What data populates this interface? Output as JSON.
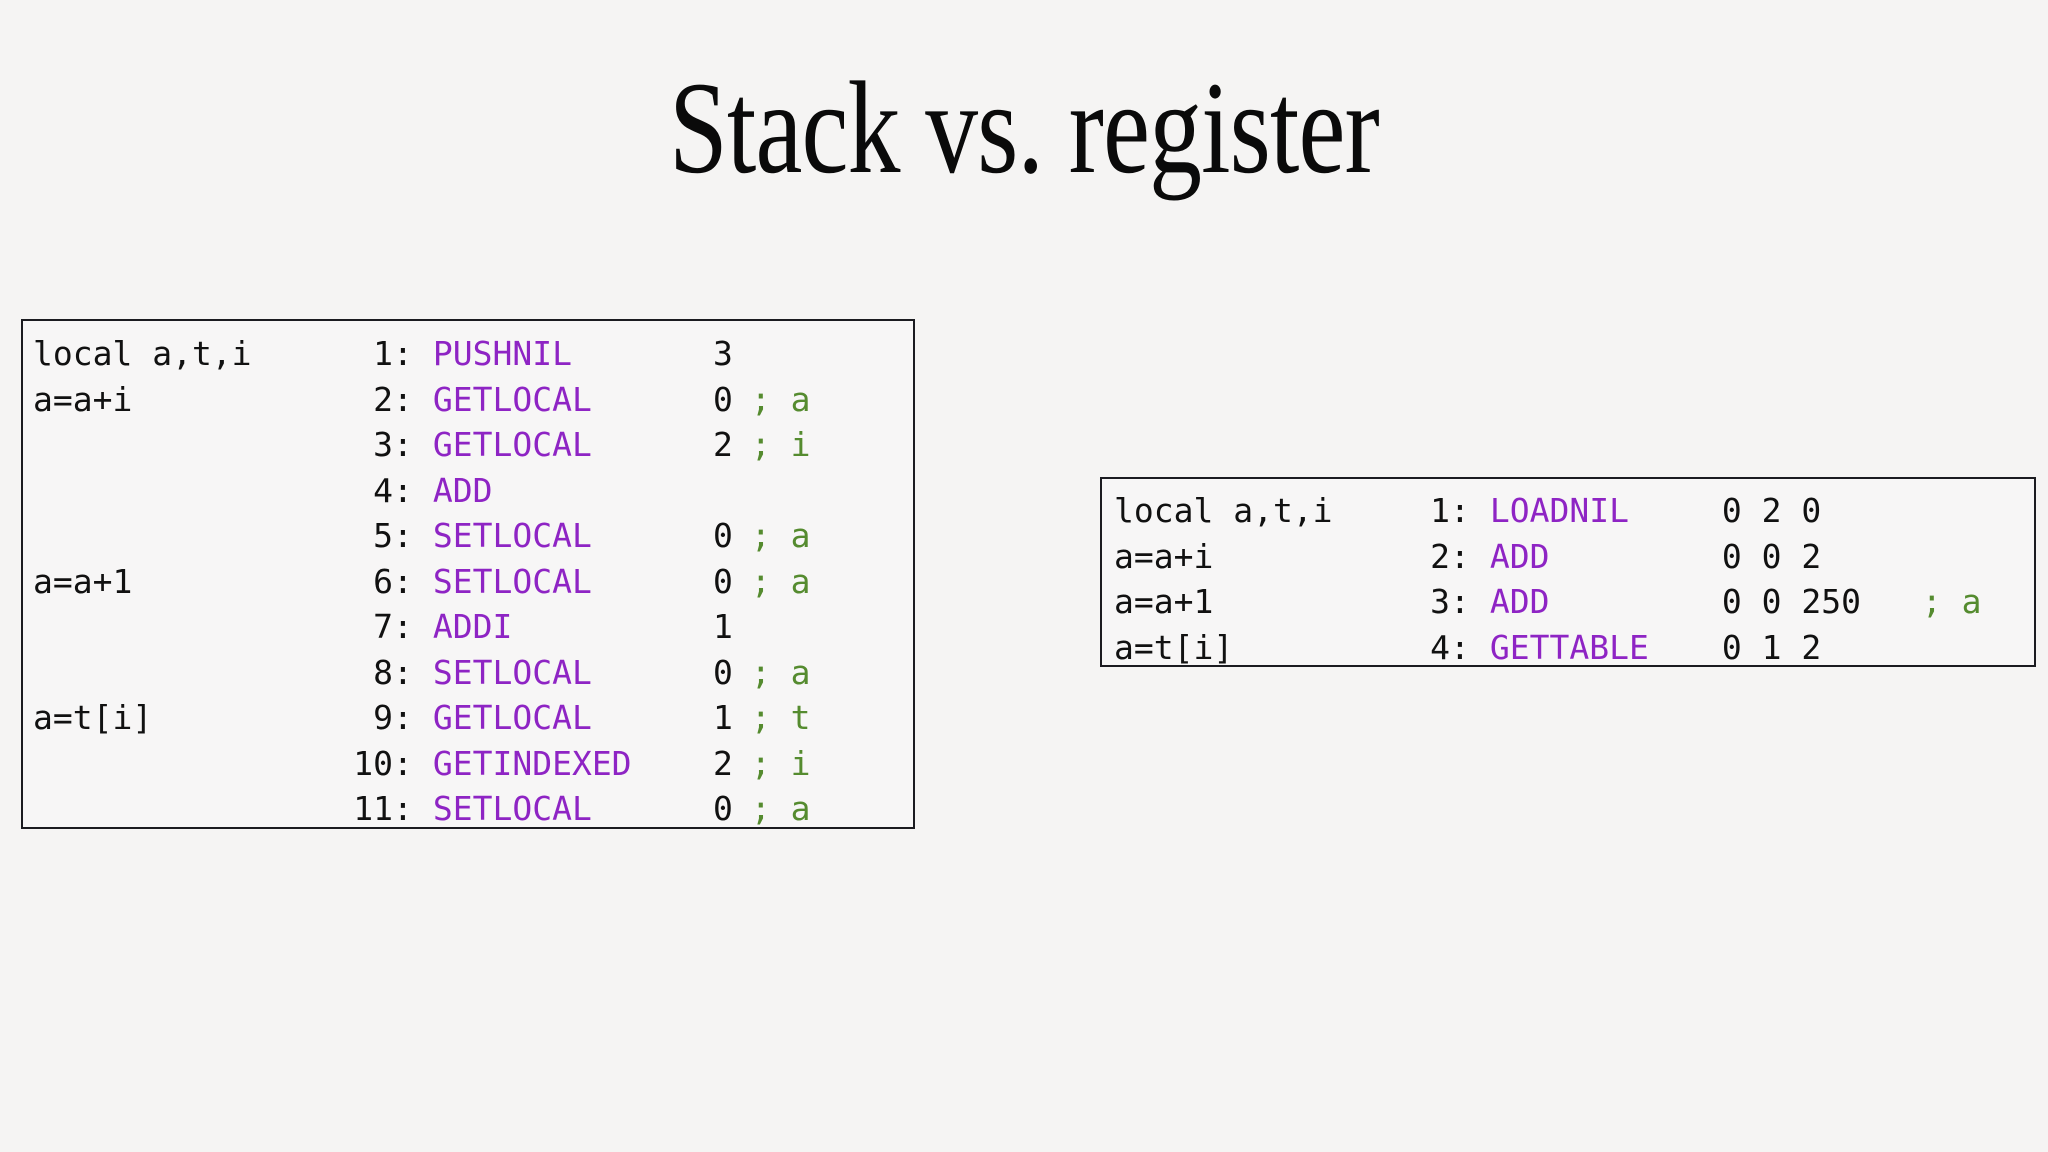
{
  "slide": {
    "title": "Stack vs. register",
    "background_color": "#f5f4f3",
    "title_color": "#0a0a0a"
  },
  "palette": {
    "opcode_purple": "#8e24c4",
    "comment_green": "#558b2f",
    "text_black": "#111111",
    "box_border": "#1b1b20",
    "box_background": "#f7f6f6"
  },
  "stack_box": {
    "caption": "stack-machine-bytecode",
    "lines": [
      {
        "src": "local a,t,i",
        "n": "1",
        "colon": ":",
        "op": "PUSHNIL",
        "args": "3",
        "cmt": ""
      },
      {
        "src": "a=a+i",
        "n": "2",
        "colon": ":",
        "op": "GETLOCAL",
        "args": "0",
        "cmt": "; a"
      },
      {
        "src": "",
        "n": "3",
        "colon": ":",
        "op": "GETLOCAL",
        "args": "2",
        "cmt": "; i"
      },
      {
        "src": "",
        "n": "4",
        "colon": ":",
        "op": "ADD",
        "args": "",
        "cmt": ""
      },
      {
        "src": "",
        "n": "5",
        "colon": ":",
        "op": "SETLOCAL",
        "args": "0",
        "cmt": "; a"
      },
      {
        "src": "a=a+1",
        "n": "6",
        "colon": ":",
        "op": "SETLOCAL",
        "args": "0",
        "cmt": "; a"
      },
      {
        "src": "",
        "n": "7",
        "colon": ":",
        "op": "ADDI",
        "args": "1",
        "cmt": ""
      },
      {
        "src": "",
        "n": "8",
        "colon": ":",
        "op": "SETLOCAL",
        "args": "0",
        "cmt": "; a"
      },
      {
        "src": "a=t[i]",
        "n": "9",
        "colon": ":",
        "op": "GETLOCAL",
        "args": "1",
        "cmt": "; t"
      },
      {
        "src": "",
        "n": "10",
        "colon": ":",
        "op": "GETINDEXED",
        "args": "2",
        "cmt": "; i"
      },
      {
        "src": "",
        "n": "11",
        "colon": ":",
        "op": "SETLOCAL",
        "args": "0",
        "cmt": "; a"
      }
    ]
  },
  "register_box": {
    "caption": "register-machine-bytecode",
    "lines": [
      {
        "src": "local a,t,i",
        "n": "1",
        "colon": ":",
        "op": "LOADNIL",
        "args": "0 2 0",
        "cmt": ""
      },
      {
        "src": "a=a+i",
        "n": "2",
        "colon": ":",
        "op": "ADD",
        "args": "0 0 2",
        "cmt": ""
      },
      {
        "src": "a=a+1",
        "n": "3",
        "colon": ":",
        "op": "ADD",
        "args": "0 0 250",
        "cmt": "; a"
      },
      {
        "src": "a=t[i]",
        "n": "4",
        "colon": ":",
        "op": "GETTABLE",
        "args": "0 1 2",
        "cmt": ""
      }
    ]
  }
}
